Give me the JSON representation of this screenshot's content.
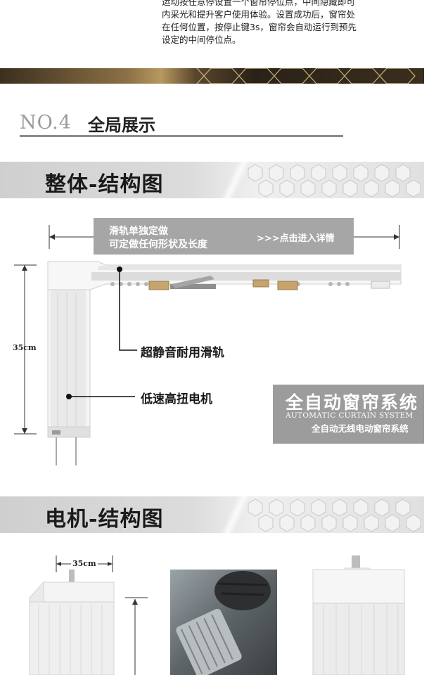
{
  "intro": {
    "lines": [
      "运动按任意停设置一个窗帘停位点，中间隐藏即可",
      "内采光和提升客户使用体验。设置成功后，窗帘处",
      "在任何位置，按停止键3s，窗帘会自动运行到预先",
      "设定的中间停位点。"
    ]
  },
  "section4": {
    "number": "NO.4",
    "title": "全局展示"
  },
  "overall": {
    "title": "整体-结构图",
    "rail_label_line1": "滑轨单独定做",
    "rail_label_line2": "可定做任何形状及长度",
    "rail_label_link": ">>>点击进入详情",
    "height_dim": "35cm",
    "callout_rail": "超静音耐用滑轨",
    "callout_motor": "低速高扭电机",
    "badge_title": "全自动窗帘系统",
    "badge_en": "AUTOMATIC CURTAIN SYSTEM",
    "badge_sub": "全自动无线电动窗帘系统"
  },
  "motor": {
    "title": "电机-结构图",
    "width_dim": "35cm"
  }
}
